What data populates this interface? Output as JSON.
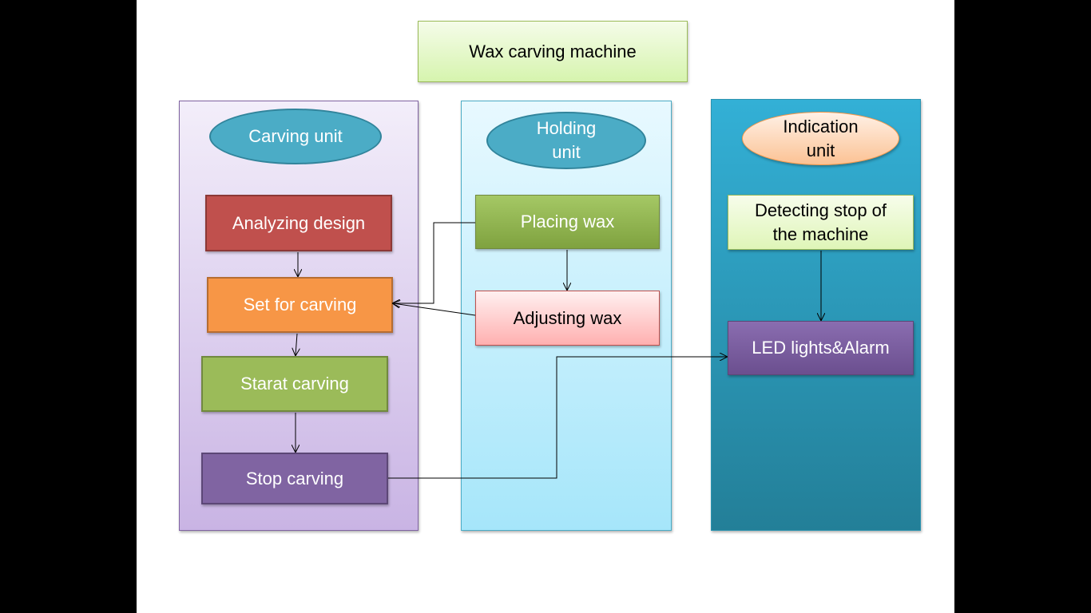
{
  "title": "Wax carving machine",
  "columns": {
    "carving": {
      "heading": "Carving unit"
    },
    "holding": {
      "heading": "Holding\nunit"
    },
    "indication": {
      "heading": "Indication\nunit"
    }
  },
  "steps": {
    "analyzing_design": "Analyzing design",
    "set_for_carving": "Set for carving",
    "start_carving": "Starat carving",
    "stop_carving": "Stop carving",
    "placing_wax": "Placing wax",
    "adjusting_wax": "Adjusting wax",
    "detecting_stop": "Detecting stop of\nthe  machine",
    "led_alarm": "LED lights&Alarm"
  },
  "colors": {
    "red": "#c0504d",
    "orange": "#f79646",
    "green": "#9bbb59",
    "purple": "#8064a2",
    "pink": "#ffb3b3",
    "light_green": "#eaf8cf",
    "teal": "#4bacc6"
  }
}
